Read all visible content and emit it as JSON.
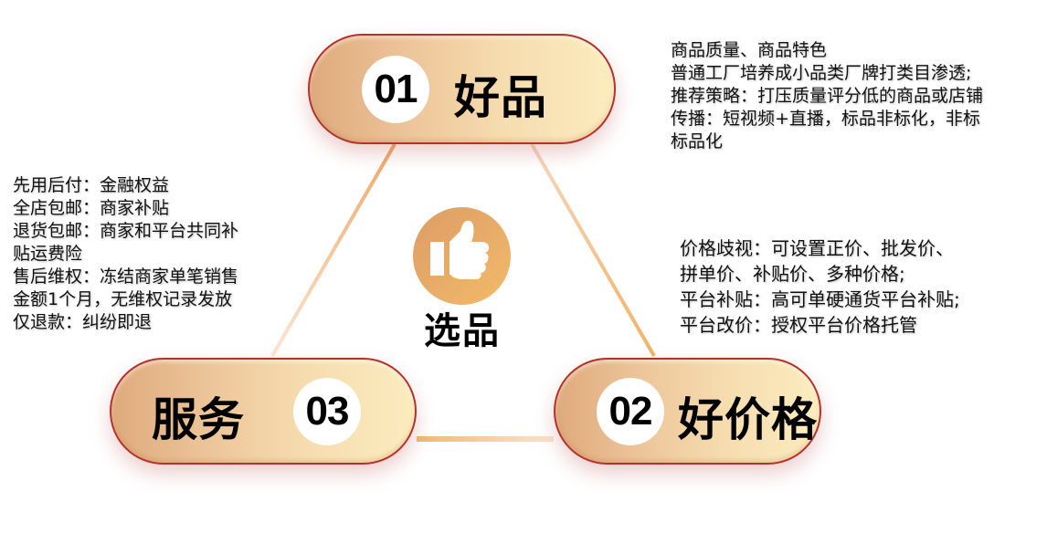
{
  "center": {
    "icon": "thumbs-up-icon",
    "label": "选品",
    "icon_color_from": "#dd9c66",
    "icon_color_to": "#f2bb6a"
  },
  "pills": [
    {
      "number": "01",
      "title": "好品",
      "description": [
        "商品质量、商品特色",
        "普通工厂培养成小品类厂牌打类目渗透;",
        "推荐策略：打压质量评分低的商品或店铺",
        "传播：短视频+直播，标品非标化，非标",
        "标品化"
      ]
    },
    {
      "number": "02",
      "title": "好价格",
      "description": [
        "价格歧视：可设置正价、批发价、",
        "拼单价、补贴价、多种价格;",
        "平台补贴：高可单硬通货平台补贴;",
        "平台改价：授权平台价格托管"
      ]
    },
    {
      "number": "03",
      "title": "服务",
      "description": [
        "先用后付：金融权益",
        "全店包邮：商家补贴",
        "退货包邮：商家和平台共同补",
        "贴运费险",
        "售后维权：冻结商家单笔销售",
        "金额1个月，无维权记录发放",
        "仅退款：纠纷即退"
      ]
    }
  ],
  "colors": {
    "pill_border": "#b7312b",
    "pill_gradient_left": "#deaa7c",
    "pill_gradient_right": "#fbecbe",
    "connector_line": "#f0b877"
  }
}
